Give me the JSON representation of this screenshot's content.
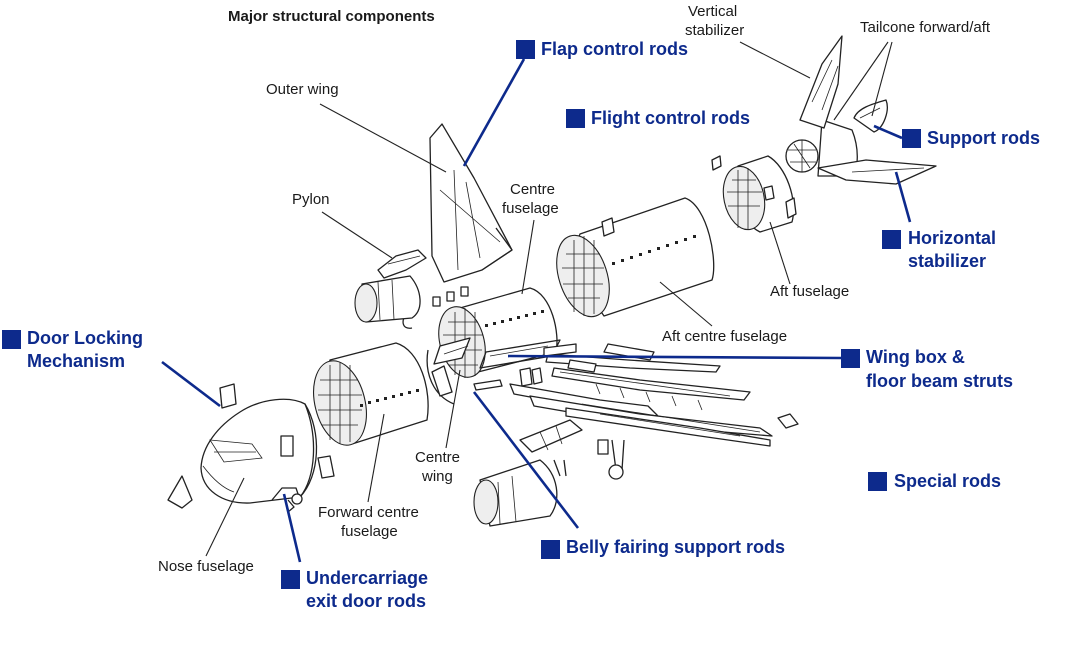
{
  "title": "Major structural components",
  "parts": {
    "outer_wing": "Outer wing",
    "vertical_stabilizer": [
      "Vertical",
      "stabilizer"
    ],
    "tailcone": "Tailcone forward/aft",
    "pylon": "Pylon",
    "centre_fuselage": [
      "Centre",
      "fuselage"
    ],
    "aft_fuselage": "Aft fuselage",
    "aft_centre_fuselage": "Aft centre fuselage",
    "centre_wing": [
      "Centre",
      "wing"
    ],
    "forward_centre_fuselage": [
      "Forward centre",
      "fuselage"
    ],
    "nose_fuselage": "Nose fuselage"
  },
  "callouts": {
    "flap_control_rods": [
      "Flap control rods"
    ],
    "flight_control_rods": [
      "Flight control rods"
    ],
    "support_rods": [
      "Support rods"
    ],
    "horizontal_stabilizer": [
      "Horizontal",
      "stabilizer"
    ],
    "door_locking_mechanism": [
      "Door Locking",
      "Mechanism"
    ],
    "wing_box_floor_beam_struts": [
      "Wing box &",
      "floor beam struts"
    ],
    "special_rods": [
      "Special rods"
    ],
    "belly_fairing_support_rods": [
      "Belly fairing support rods"
    ],
    "undercarriage_exit_door_rods": [
      "Undercarriage",
      "exit door rods"
    ]
  },
  "colors": {
    "callout": "#0d2a8c",
    "drawing": "#222222",
    "background": "#ffffff"
  }
}
